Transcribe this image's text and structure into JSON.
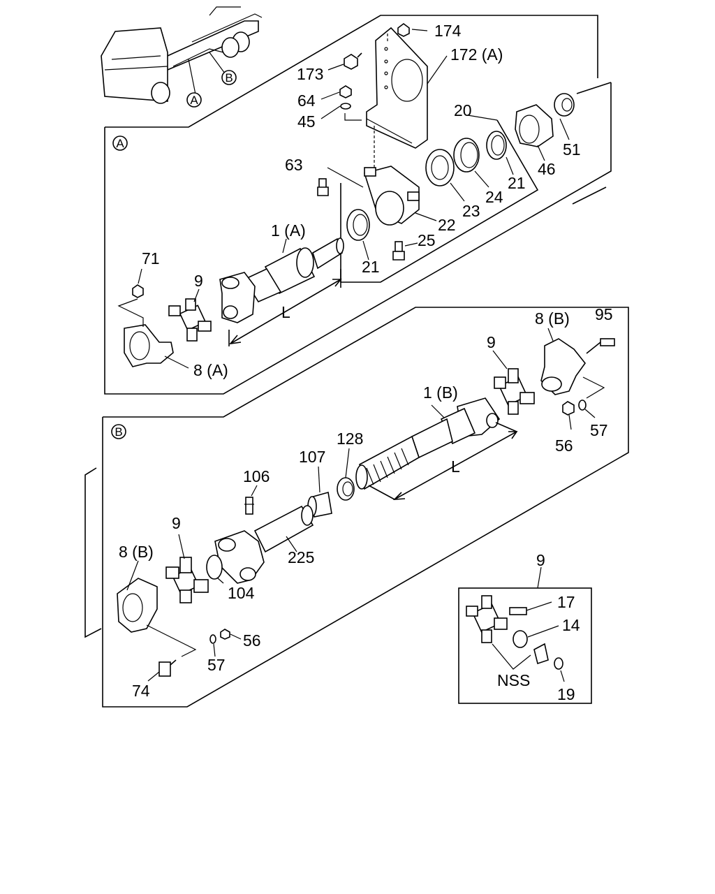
{
  "labels": {
    "p174": "174",
    "p172a": "172 (A)",
    "p173": "173",
    "p64": "64",
    "p45": "45",
    "p20": "20",
    "p51": "51",
    "p46": "46",
    "p21a": "21",
    "p24": "24",
    "p23": "23",
    "p22": "22",
    "p63": "63",
    "p25": "25",
    "p21b": "21",
    "p1a": "1 (A)",
    "p71": "71",
    "p9a": "9",
    "p8a": "8 (A)",
    "pLa": "L",
    "p8b_top": "8 (B)",
    "p95": "95",
    "p9b": "9",
    "p1b": "1 (B)",
    "p56a": "56",
    "p57a": "57",
    "p128": "128",
    "p107": "107",
    "p106": "106",
    "pLb": "L",
    "p225": "225",
    "p104": "104",
    "p9c": "9",
    "p8b_bot": "8 (B)",
    "p56b": "56",
    "p57b": "57",
    "p74": "74",
    "p9d": "9",
    "p17": "17",
    "p14": "14",
    "pNSS": "NSS",
    "p19": "19"
  },
  "callouts": {
    "A": "A",
    "B": "B"
  }
}
